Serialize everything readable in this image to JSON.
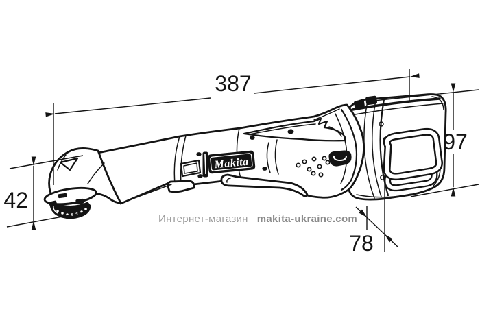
{
  "page": {
    "background": "#ffffff"
  },
  "product": {
    "logo_text": "Makita"
  },
  "dimensions": {
    "length": "387",
    "overall_height": "97",
    "head_height": "42",
    "battery_width": "78"
  },
  "watermark": {
    "store_label": "Интернет-магазин",
    "site": "makita-ukraine.com"
  },
  "colors": {
    "line": "#141414",
    "watermark_store": "#9c9c9c",
    "watermark_site": "#8b8b8b"
  }
}
